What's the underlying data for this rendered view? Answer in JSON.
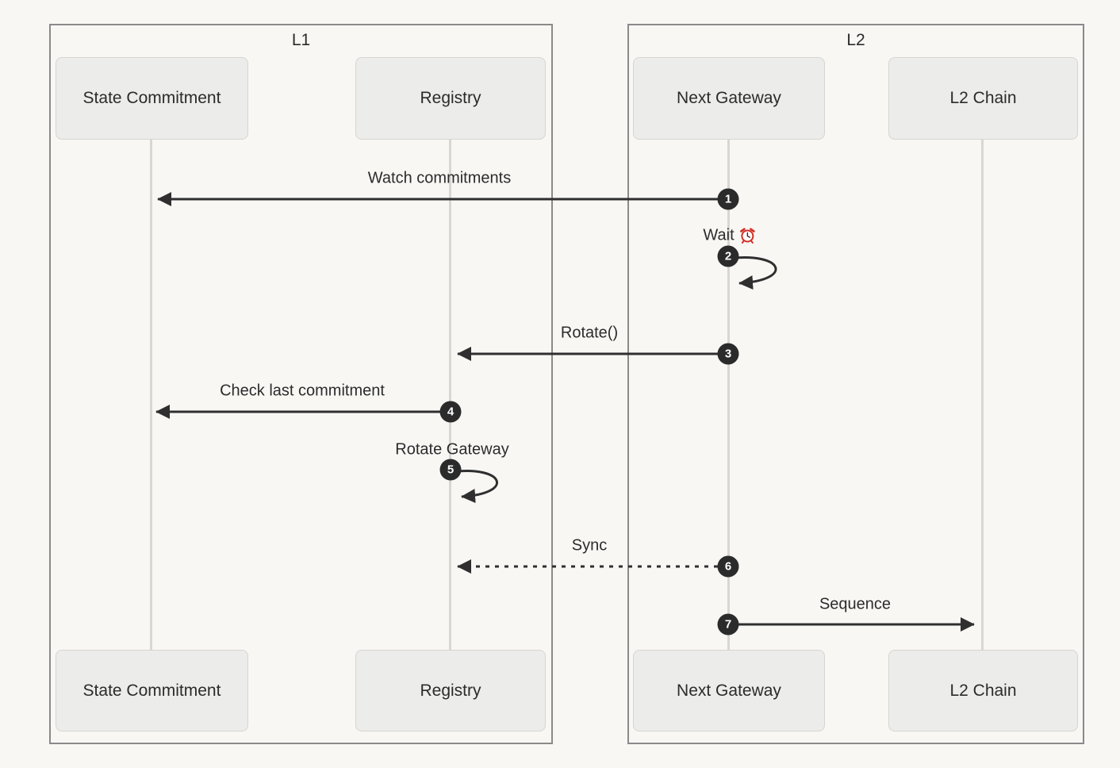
{
  "diagram": {
    "type": "sequence-diagram",
    "groups": [
      {
        "label": "L1",
        "actors": [
          {
            "label": "State Commitment"
          },
          {
            "label": "Registry"
          }
        ]
      },
      {
        "label": "L2",
        "actors": [
          {
            "label": "Next Gateway"
          },
          {
            "label": "L2 Chain"
          }
        ]
      }
    ],
    "messages": [
      {
        "num": "1",
        "label": "Watch commitments",
        "from": "Next Gateway",
        "to": "State Commitment",
        "line": "solid"
      },
      {
        "num": "2",
        "label": "Wait",
        "emoji": "⏰",
        "icon": "alarm-clock-icon",
        "from": "Next Gateway",
        "to": "Next Gateway",
        "line": "self-loop"
      },
      {
        "num": "3",
        "label": "Rotate()",
        "from": "Next Gateway",
        "to": "Registry",
        "line": "solid"
      },
      {
        "num": "4",
        "label": "Check last commitment",
        "from": "Registry",
        "to": "State Commitment",
        "line": "solid"
      },
      {
        "num": "5",
        "label": "Rotate Gateway",
        "from": "Registry",
        "to": "Registry",
        "line": "self-loop"
      },
      {
        "num": "6",
        "label": "Sync",
        "from": "Next Gateway",
        "to": "Registry",
        "line": "dashed"
      },
      {
        "num": "7",
        "label": "Sequence",
        "from": "Next Gateway",
        "to": "L2 Chain",
        "line": "solid"
      }
    ],
    "colors": {
      "background": "#f8f7f4",
      "group_border": "#8a8a8a",
      "actor_fill": "#ececeb",
      "actor_border": "#d6d5d2",
      "lifeline": "#d8d7d4",
      "arrow": "#2f2f2f",
      "badge_fill": "#2b2b2b",
      "badge_text": "#ffffff",
      "text": "#2b2b2b",
      "clock_red": "#d22f27"
    }
  }
}
